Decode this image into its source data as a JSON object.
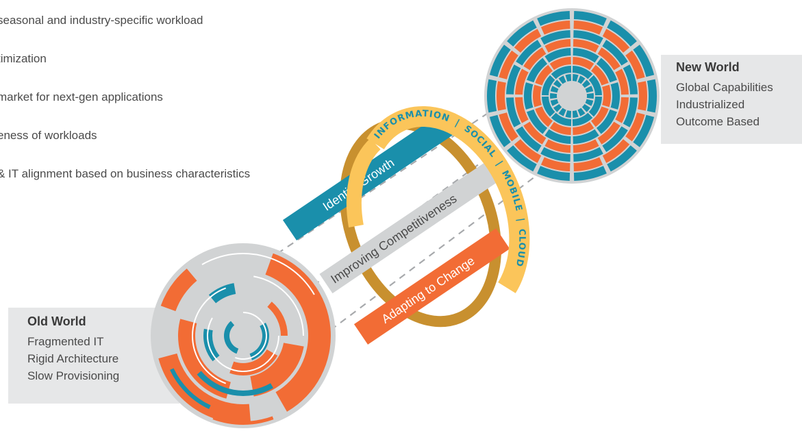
{
  "bullets": [
    "seasonal and industry-specific workload",
    "timization",
    "market for next-gen applications",
    "eness of workloads",
    "& IT alignment based on business characteristics"
  ],
  "new_world": {
    "title": "New World",
    "lines": [
      "Global Capabilities",
      "Industrialized",
      "Outcome Based"
    ]
  },
  "old_world": {
    "title": "Old World",
    "lines": [
      "Fragmented IT",
      "Rigid Architecture",
      "Slow Provisioning"
    ]
  },
  "ring_text": {
    "information": "INFORMATION",
    "sep1": "|",
    "social": "SOCIAL",
    "sep2": "|",
    "mobile": "MOBILE",
    "sep3": "|",
    "cloud": "CLOUD"
  },
  "bands": {
    "growth": "Identify Growth",
    "competitiveness": "Improving Competitiveness",
    "change": "Adapting to Change"
  },
  "colors": {
    "teal": "#1a8fab",
    "orange": "#f26c35",
    "gray": "#d1d3d4",
    "yellow": "#fbc55a",
    "gold": "#c8902f",
    "panel": "#e6e7e8"
  }
}
